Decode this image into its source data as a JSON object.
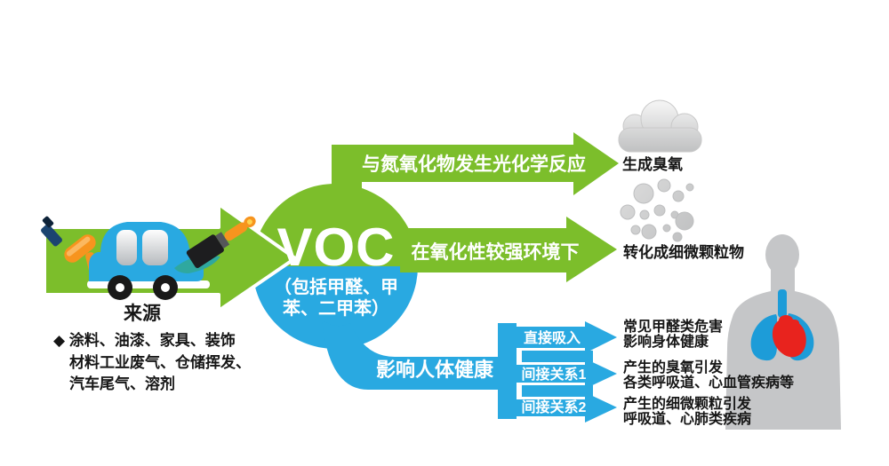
{
  "colors": {
    "green": "#7cbe2b",
    "blue": "#29a9e1",
    "figure_gray": "#c5c6c8",
    "lung_blue": "#1d9cd8",
    "heart_red": "#e8231e",
    "icon_gray": "#d2d3d4",
    "text_black": "#161616",
    "orange": "#f7941e"
  },
  "source": {
    "arrow_label": "来源",
    "list_line1": "◆ 涂料、油漆、家具、装饰",
    "list_line2": "材料工业废气、仓储挥发、",
    "list_line3": "汽车尾气、溶剂"
  },
  "voc": {
    "title": "VOC",
    "subtitle_line1": "（包括甲醛、甲",
    "subtitle_line2": "苯、二甲苯）"
  },
  "ozone_path": {
    "arrow_label": "与氮氧化物发生光化学反应",
    "result_label": "生成臭氧"
  },
  "particle_path": {
    "arrow_label": "在氧化性较强环境下",
    "result_label": "转化成细微颗粒物"
  },
  "health": {
    "arrow_label": "影响人体健康",
    "branches": [
      {
        "arrow_label": "直接吸入",
        "line1": "常见甲醛类危害",
        "line2": "影响身体健康"
      },
      {
        "arrow_label": "间接关系1",
        "line1": "产生的臭氧引发",
        "line2": "各类呼吸道、心血管疾病等"
      },
      {
        "arrow_label": "间接关系2",
        "line1": "产生的细微颗粒引发",
        "line2": "呼吸道、心肺类疾病"
      }
    ]
  },
  "icons": {
    "cloud": "cloud",
    "particles": "particle-cluster",
    "car": "car",
    "paint_roller": "paint-roller",
    "paint_brush": "paint-brush",
    "human": "human-bust",
    "lungs": "lungs",
    "heart": "heart"
  }
}
